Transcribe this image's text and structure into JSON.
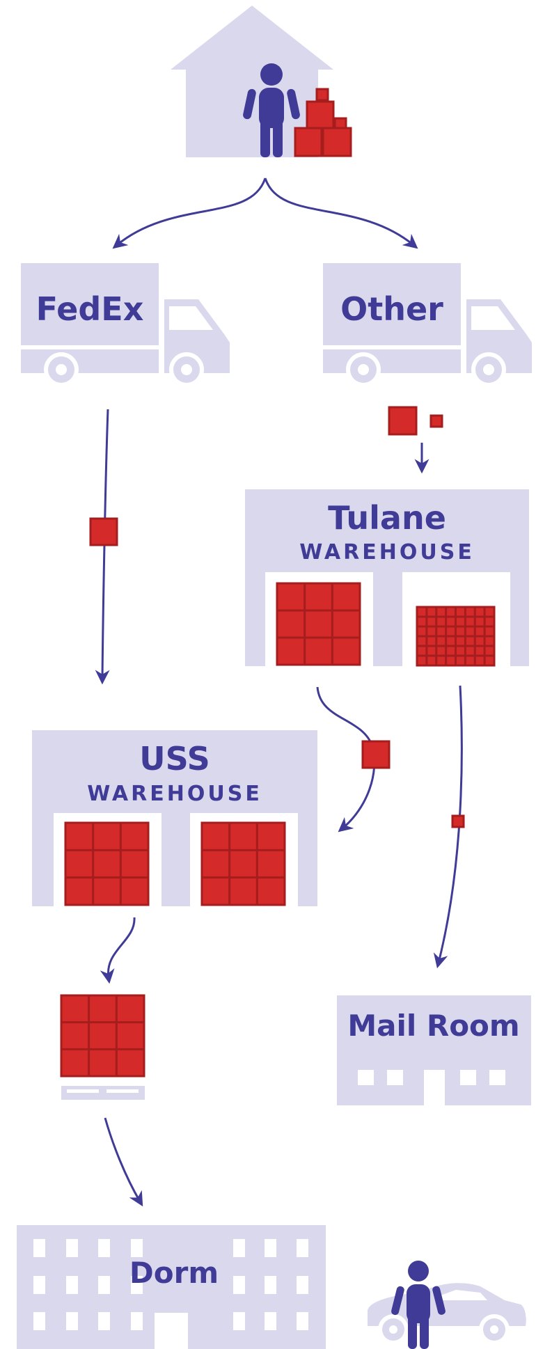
{
  "colors": {
    "lavender": "#dad8ec",
    "navy": "#3f3b96",
    "red": "#d42a2a",
    "darkred": "#a51d1d",
    "white": "#ffffff"
  },
  "carriers": {
    "fedex": "FedEx",
    "other": "Other"
  },
  "warehouses": {
    "tulane": {
      "name": "Tulane",
      "sub": "WAREHOUSE"
    },
    "uss": {
      "name": "USS",
      "sub": "WAREHOUSE"
    }
  },
  "destinations": {
    "mailroom": "Mail Room",
    "dorm": "Dorm"
  },
  "icons": [
    "house-icon",
    "person-icon",
    "boxes-icon",
    "truck-icon",
    "pallet-icon",
    "car-icon",
    "arrow-icon"
  ]
}
